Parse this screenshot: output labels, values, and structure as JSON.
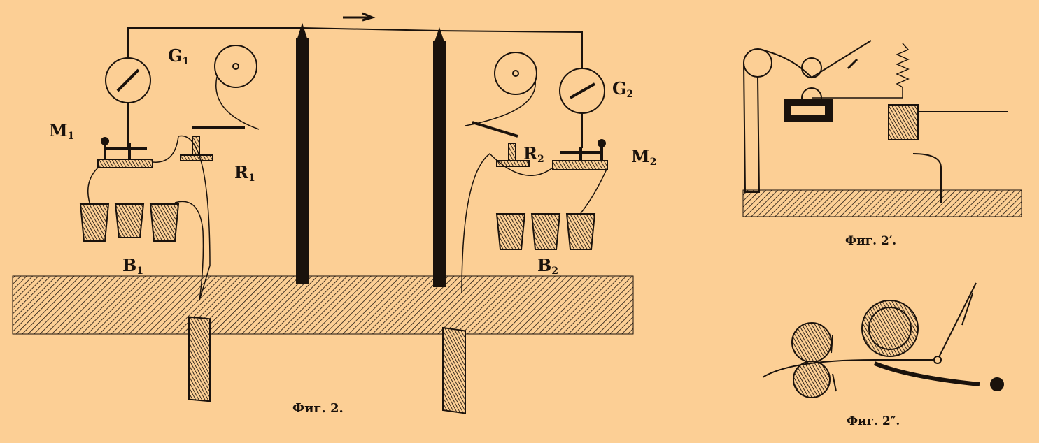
{
  "colors": {
    "background": "#fccf95",
    "ink": "#1a120c"
  },
  "labels": {
    "g1": "G",
    "g1_sub": "1",
    "g2": "G",
    "g2_sub": "2",
    "m1": "M",
    "m1_sub": "1",
    "m2": "M",
    "m2_sub": "2",
    "r1": "R",
    "r1_sub": "1",
    "r2": "R",
    "r2_sub": "2",
    "b1": "B",
    "b1_sub": "1",
    "b2": "B",
    "b2_sub": "2"
  },
  "captions": {
    "fig2": "Фиг. 2.",
    "fig2a": "Фиг. 2′.",
    "fig2b": "Фиг. 2″."
  }
}
